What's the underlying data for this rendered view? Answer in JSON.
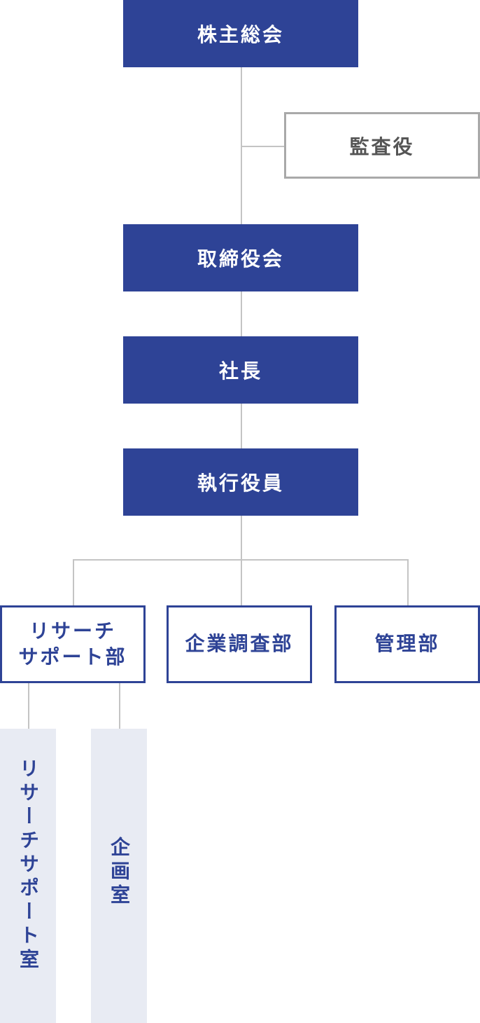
{
  "org_chart": {
    "shareholders_meeting": "株主総会",
    "auditor": "監査役",
    "board_of_directors": "取締役会",
    "president": "社長",
    "executive_officers": "執行役員",
    "departments": [
      {
        "label": "リサーチ\nサポート部"
      },
      {
        "label": "企業調査部"
      },
      {
        "label": "管理部"
      }
    ],
    "offices": [
      {
        "label": "リサーチサポート室"
      },
      {
        "label": "企画室"
      }
    ]
  },
  "colors": {
    "primary": "#2e4396",
    "connector": "#c4c4c4",
    "auditor_border": "#a9a9a9",
    "auditor_text": "#555555",
    "office_bg": "#e8ebf3"
  }
}
